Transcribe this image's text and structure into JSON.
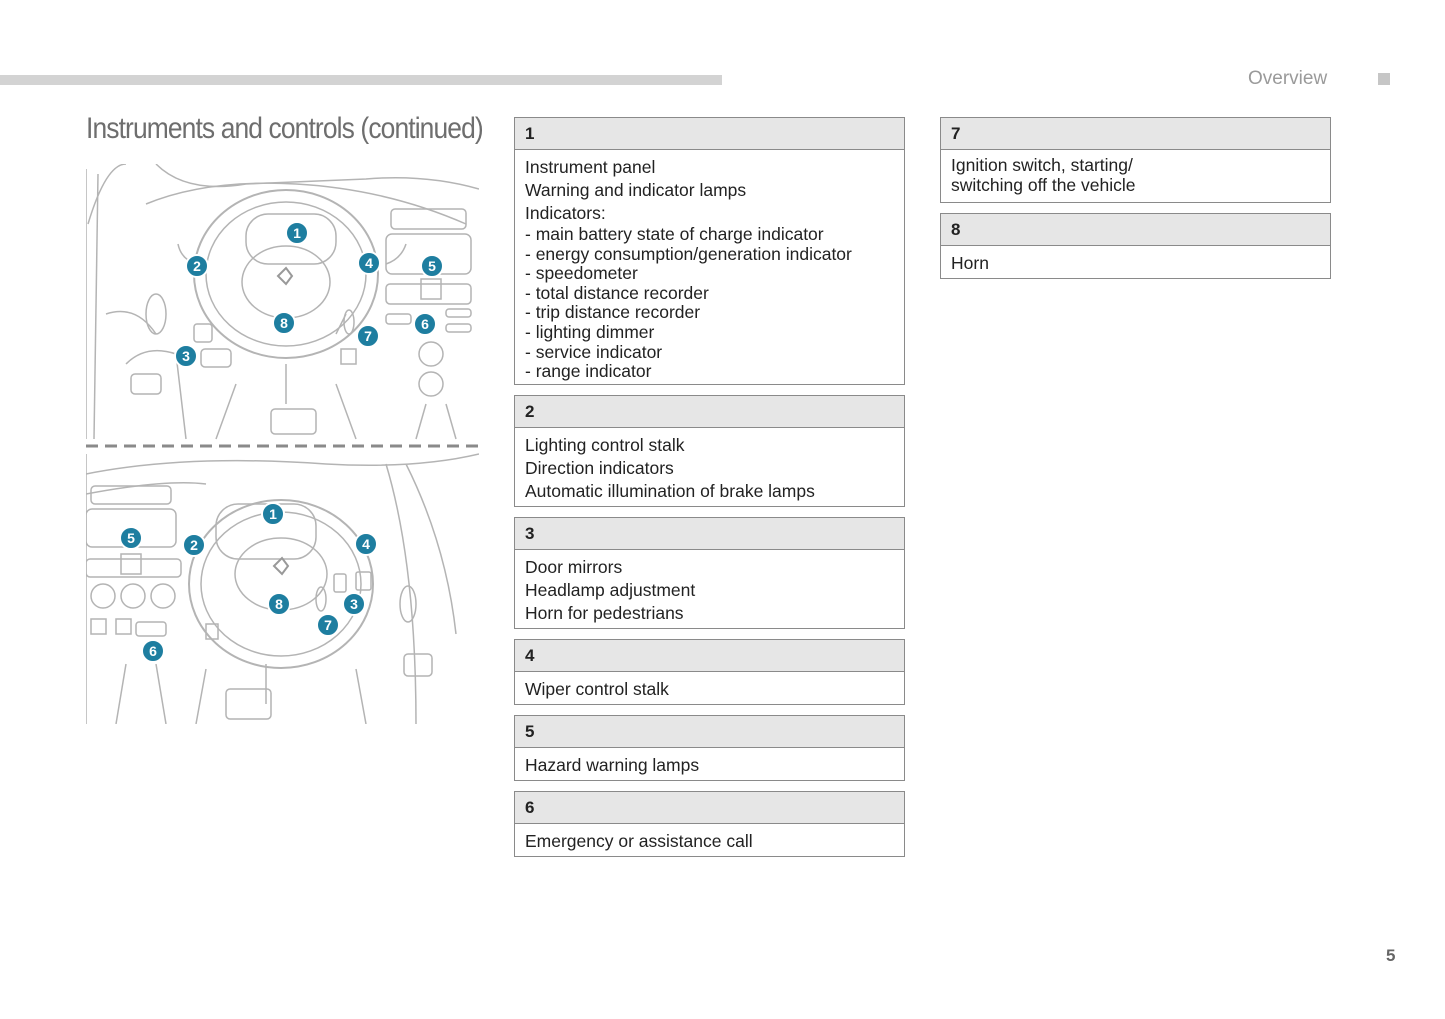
{
  "header": {
    "section": "Overview"
  },
  "title": "Instruments and controls (continued)",
  "page_number": "5",
  "callout_color": "#1e7ea0",
  "callouts": [
    "1",
    "2",
    "3",
    "4",
    "5",
    "6",
    "7",
    "8"
  ],
  "items_left": [
    {
      "num": "1",
      "lines": [
        "Instrument panel",
        "Warning and indicator lamps",
        "Indicators:"
      ],
      "sub": [
        "- main battery state of charge indicator",
        "- energy consumption/generation indicator",
        "- speedometer",
        "- total distance recorder",
        "- trip distance recorder",
        "- lighting dimmer",
        "- service indicator",
        "- range indicator"
      ]
    },
    {
      "num": "2",
      "lines": [
        "Lighting control stalk",
        "Direction indicators",
        "Automatic illumination of brake lamps"
      ]
    },
    {
      "num": "3",
      "lines": [
        "Door mirrors",
        "Headlamp adjustment",
        "Horn for pedestrians"
      ]
    },
    {
      "num": "4",
      "lines": [
        "Wiper control stalk"
      ]
    },
    {
      "num": "5",
      "lines": [
        "Hazard warning lamps"
      ]
    },
    {
      "num": "6",
      "lines": [
        "Emergency or assistance call"
      ]
    }
  ],
  "items_right": [
    {
      "num": "7",
      "sub": [
        "Ignition switch, starting/",
        "switching off the vehicle"
      ]
    },
    {
      "num": "8",
      "lines": [
        "Horn"
      ]
    }
  ]
}
